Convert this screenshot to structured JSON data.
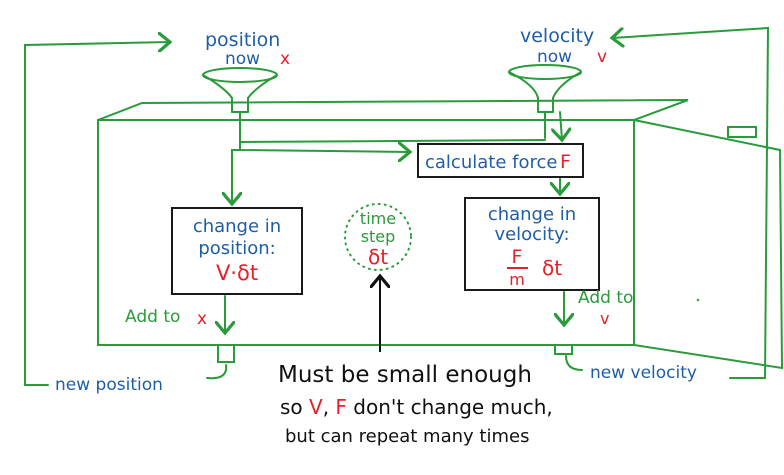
{
  "inputs": {
    "position": {
      "label": "position",
      "now": "now",
      "var": "x"
    },
    "velocity": {
      "label": "velocity",
      "now": "now",
      "var": "v"
    }
  },
  "force_box": {
    "label": "calculate force",
    "var": "F"
  },
  "position_box": {
    "line1": "change in",
    "line2": "position:",
    "formula": "V·δt"
  },
  "velocity_box": {
    "line1": "change in",
    "line2": "velocity:",
    "numerator": "F",
    "denominator": "m",
    "dt": "δt"
  },
  "time_step": {
    "line1": "time",
    "line2": "step",
    "symbol": "δt"
  },
  "add_x": {
    "label": "Add to",
    "var": "x"
  },
  "add_v": {
    "label": "Add to",
    "var": "v"
  },
  "outputs": {
    "new_position": "new position",
    "new_velocity": "new velocity"
  },
  "note": {
    "line1": "Must be small enough",
    "line2_pre": "so ",
    "line2_v": "V",
    "line2_comma": ", ",
    "line2_f": "F",
    "line2_post": " don't change much,",
    "line3": "but can repeat many times"
  },
  "colors": {
    "green": "#2a9a3a",
    "blue": "#1f5ea6",
    "red": "#e3212b",
    "black": "#111111"
  }
}
